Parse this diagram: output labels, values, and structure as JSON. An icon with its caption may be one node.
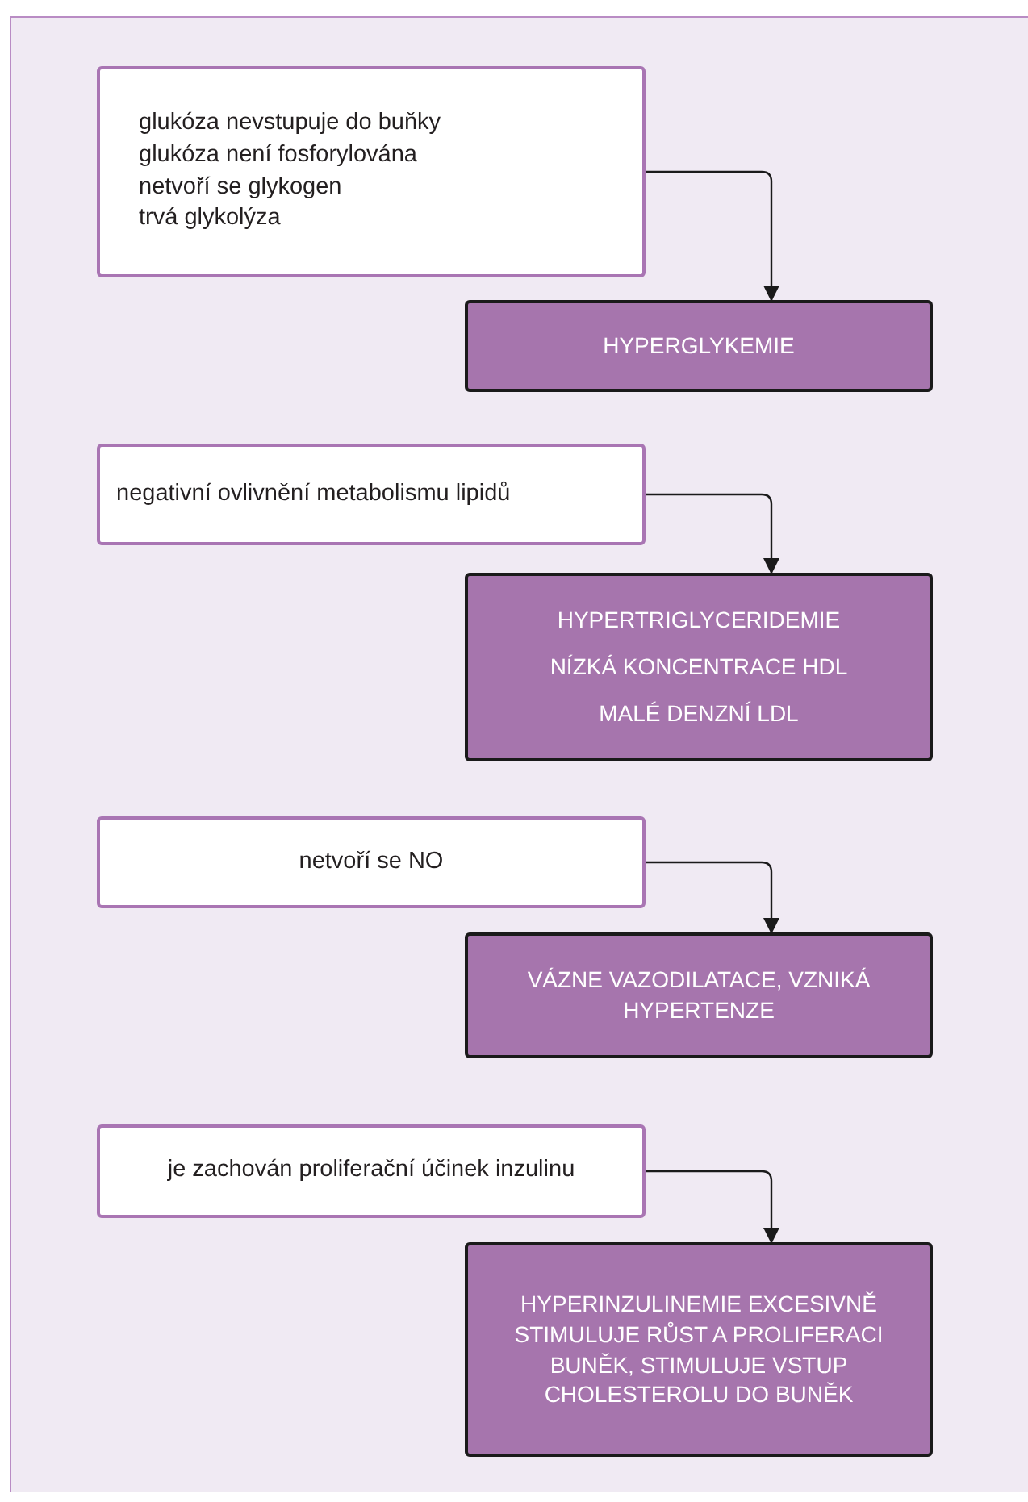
{
  "diagram": {
    "nodes": [
      {
        "text": [
          "glukóza nevstupuje do buňky",
          "glukóza není fosforylována",
          "netvoří se glykogen",
          "trvá glykolýza"
        ]
      },
      {
        "text": [
          "HYPERGLYKEMIE"
        ]
      },
      {
        "text": [
          "negativní ovlivnění metabolismu lipidů"
        ]
      },
      {
        "text": [
          "HYPERTRIGLYCERIDEMIE",
          "NÍZKÁ KONCENTRACE HDL",
          "MALÉ DENZNÍ LDL"
        ]
      },
      {
        "text": [
          "netvoří se NO"
        ]
      },
      {
        "text": [
          "VÁZNE VAZODILATACE, VZNIKÁ HYPERTENZE"
        ]
      },
      {
        "text": [
          "je zachován proliferační účinek inzulinu"
        ]
      },
      {
        "text": [
          "HYPERINZULINEMIE EXCESIVNĚ STIMULUJE RŮST A PROLIFERACI BUNĚK, STIMULUJE VSTUP CHOLESTEROLU DO BUNĚK"
        ]
      }
    ],
    "edges": [
      {
        "from": 0,
        "to": 1,
        "arrow": "to"
      },
      {
        "from": 2,
        "to": 3,
        "arrow": "to"
      },
      {
        "from": 4,
        "to": 5,
        "arrow": "to"
      },
      {
        "from": 6,
        "to": 7,
        "arrow": "to"
      }
    ]
  }
}
